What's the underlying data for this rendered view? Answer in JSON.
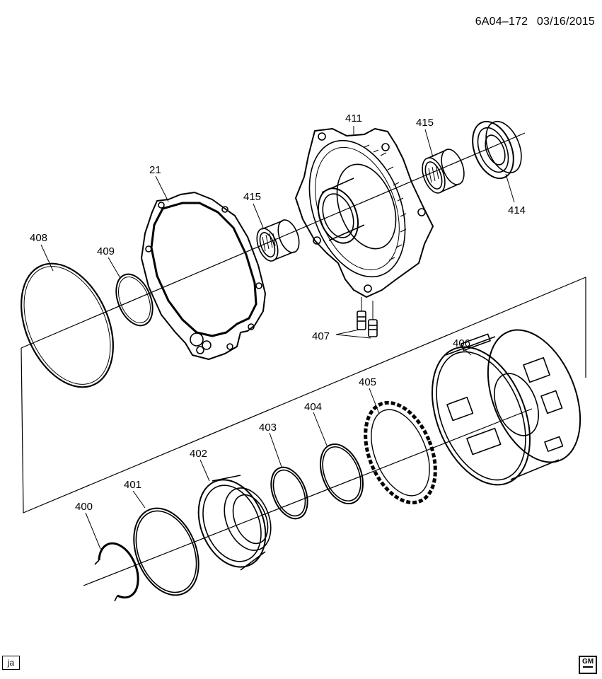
{
  "header": {
    "code": "6A04–172",
    "date": "03/16/2015"
  },
  "labels": {
    "p400": "400",
    "p401": "401",
    "p402": "402",
    "p403": "403",
    "p404": "404",
    "p405": "405",
    "p406": "406",
    "p407": "407",
    "p408": "408",
    "p409": "409",
    "p21": "21",
    "p411": "411",
    "p414": "414",
    "p415a": "415",
    "p415b": "415"
  },
  "stamp": "ja",
  "logo": {
    "text": "GM",
    "brand": "gm-logo"
  }
}
